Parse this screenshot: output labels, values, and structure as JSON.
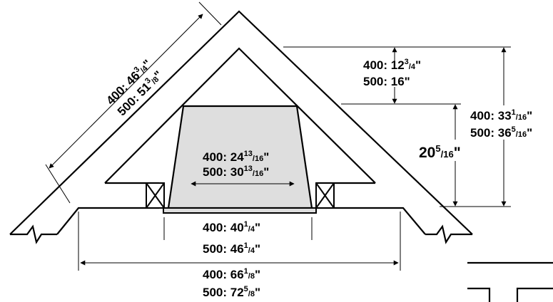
{
  "colors": {
    "line": "#000000",
    "cargo_fill": "#dedede",
    "background": "#ffffff"
  },
  "dimensions": {
    "slope": {
      "line1": {
        "prefix": "400: ",
        "whole": "46",
        "num": "3",
        "den": "4",
        "unit": "\""
      },
      "line2": {
        "prefix": "500: ",
        "whole": "51",
        "num": "3",
        "den": "8",
        "unit": "\""
      }
    },
    "top_gap": {
      "line1": {
        "prefix": "400: ",
        "whole": "12",
        "num": "3",
        "den": "4",
        "unit": "\""
      },
      "line2": {
        "prefix": "500: ",
        "whole": "16",
        "num": "",
        "den": "",
        "unit": "\""
      }
    },
    "total_height": {
      "line1": {
        "prefix": "400: ",
        "whole": "33",
        "num": "1",
        "den": "16",
        "unit": "\""
      },
      "line2": {
        "prefix": "500: ",
        "whole": "36",
        "num": "5",
        "den": "16",
        "unit": "\""
      }
    },
    "cargo_height": {
      "whole": "20",
      "num": "5",
      "den": "16",
      "unit": "\""
    },
    "inner_width": {
      "line1": {
        "prefix": "400: ",
        "whole": "24",
        "num": "13",
        "den": "16",
        "unit": "\""
      },
      "line2": {
        "prefix": "500: ",
        "whole": "30",
        "num": "13",
        "den": "16",
        "unit": "\""
      }
    },
    "floor_width": {
      "line1": {
        "prefix": "400: ",
        "whole": "40",
        "num": "1",
        "den": "4",
        "unit": "\""
      },
      "line2": {
        "prefix": "500: ",
        "whole": "46",
        "num": "1",
        "den": "4",
        "unit": "\""
      }
    },
    "base_width": {
      "line1": {
        "prefix": "400: ",
        "whole": "66",
        "num": "1",
        "den": "8",
        "unit": "\""
      },
      "line2": {
        "prefix": "500: ",
        "whole": "72",
        "num": "5",
        "den": "8",
        "unit": "\""
      }
    }
  }
}
